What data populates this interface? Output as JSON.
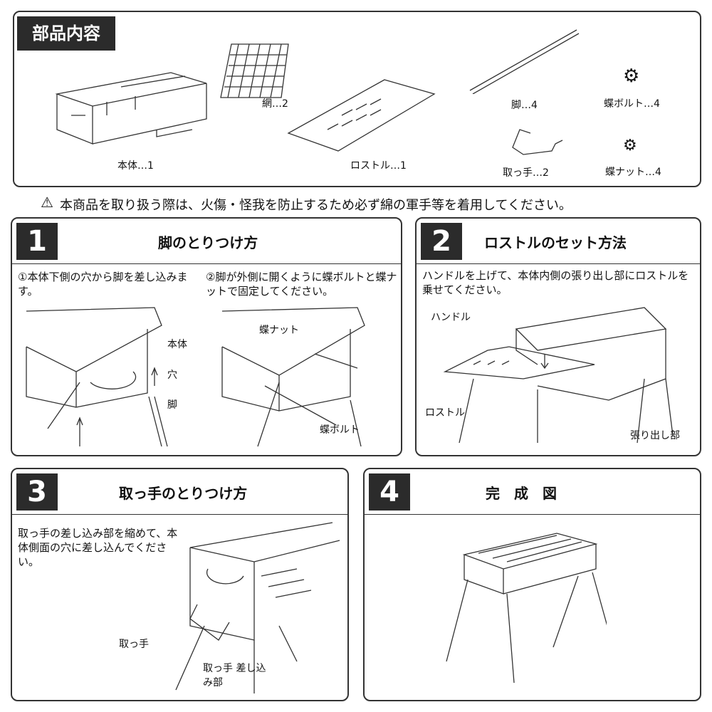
{
  "parts": {
    "title": "部品内容",
    "items": [
      {
        "label": "本体…1"
      },
      {
        "label": "網…2"
      },
      {
        "label": "ロストル…1"
      },
      {
        "label": "脚…4"
      },
      {
        "label": "取っ手…2"
      },
      {
        "label": "蝶ボルト…4"
      },
      {
        "label": "蝶ナット…4"
      }
    ]
  },
  "warning": "本商品を取り扱う際は、火傷・怪我を防止するため必ず綿の軍手等を着用してください。",
  "steps": [
    {
      "number": "1",
      "title": "脚のとりつけ方",
      "text1": "①本体下側の穴から脚を差し込みます。",
      "text2": "②脚が外側に開くように蝶ボルトと蝶ナットで固定してください。",
      "labels": [
        "本体",
        "穴",
        "脚",
        "蝶ナット",
        "蝶ボルト"
      ]
    },
    {
      "number": "2",
      "title": "ロストルのセット方法",
      "text": "ハンドルを上げて、本体内側の張り出し部にロストルを乗せてください。",
      "labels": [
        "ハンドル",
        "ロストル",
        "張り出し部"
      ]
    },
    {
      "number": "3",
      "title": "取っ手のとりつけ方",
      "text": "取っ手の差し込み部を縮めて、本体側面の穴に差し込んでください。",
      "labels": [
        "取っ手",
        "取っ手 差し込み部"
      ]
    },
    {
      "number": "4",
      "title": "完　成　図"
    }
  ]
}
